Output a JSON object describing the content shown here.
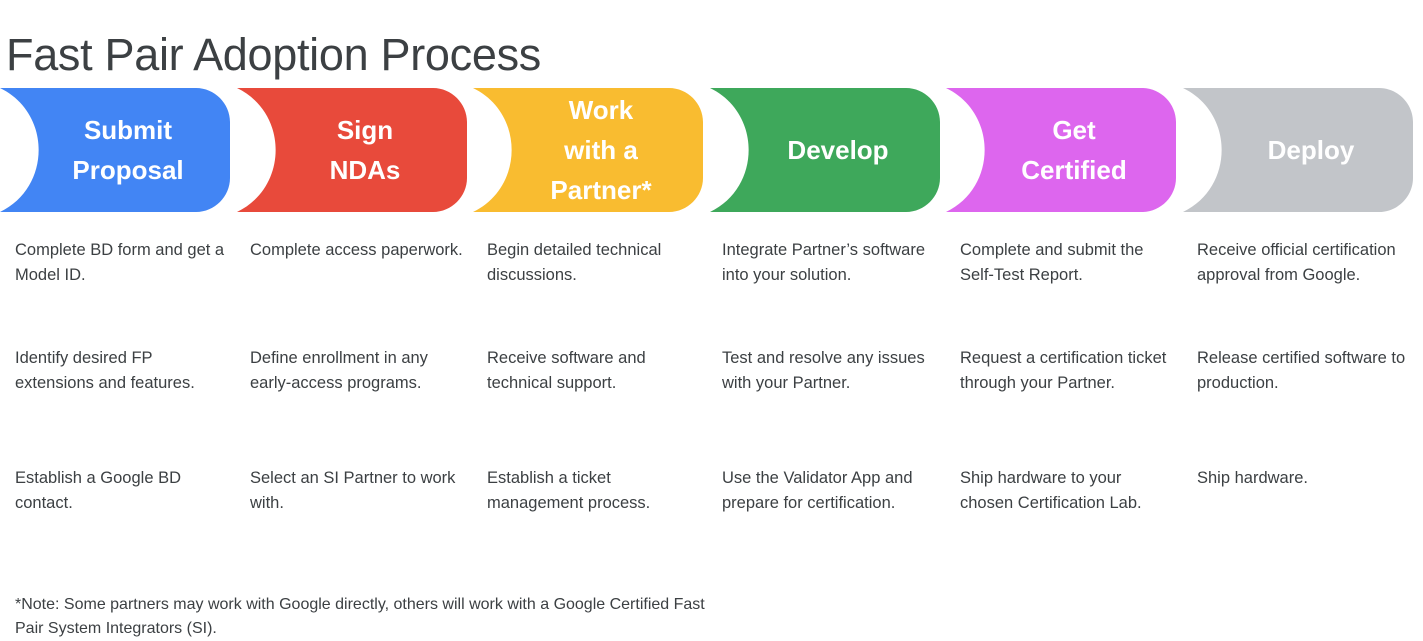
{
  "page": {
    "title": "Fast Pair Adoption Process",
    "background": "#ffffff",
    "text_color": "#3c4043"
  },
  "banners": [
    {
      "label": "Submit\nProposal",
      "color": "#4285f4",
      "text_color": "#ffffff",
      "name": "submit-proposal"
    },
    {
      "label": "Sign\nNDAs",
      "color": "#e84a3b",
      "text_color": "#ffffff",
      "name": "sign-ndas"
    },
    {
      "label": "Work\nwith a\nPartner*",
      "color": "#f9bc30",
      "text_color": "#ffffff",
      "name": "work-with-a-partner"
    },
    {
      "label": "Develop",
      "color": "#3ea85b",
      "text_color": "#ffffff",
      "name": "develop"
    },
    {
      "label": "Get\nCertified",
      "color": "#dd66ee",
      "text_color": "#ffffff",
      "name": "get-certified"
    },
    {
      "label": "Deploy",
      "color": "#c2c5c9",
      "text_color": "#ffffff",
      "name": "deploy"
    }
  ],
  "columns": [
    {
      "step": "Submit Proposal",
      "items": [
        "Complete BD form and get a Model ID.",
        "Identify desired FP extensions and features.",
        "Establish a Google BD contact."
      ]
    },
    {
      "step": "Sign NDAs",
      "items": [
        "Complete access paperwork.",
        "Define enrollment in any early-access programs.",
        "Select an SI Partner to work with."
      ]
    },
    {
      "step": "Work with a Partner*",
      "items": [
        "Begin detailed technical discussions.",
        "Receive software and technical support.",
        "Establish a ticket management process."
      ]
    },
    {
      "step": "Develop",
      "items": [
        "Integrate Partner’s software into your solution.",
        "Test and resolve any issues with your Partner.",
        "Use the Validator App and prepare for certification."
      ]
    },
    {
      "step": "Get Certified",
      "items": [
        "Complete and submit the Self-Test Report.",
        "Request a certification ticket through your Partner.",
        "Ship hardware to your chosen Certification Lab."
      ]
    },
    {
      "step": "Deploy",
      "items": [
        "Receive official certification approval from Google.",
        "Release certified software to production.",
        "Ship hardware."
      ]
    }
  ],
  "footnote": "*Note: Some partners may work with Google directly, others will work with a Google Certified Fast Pair System Integrators (SI)."
}
